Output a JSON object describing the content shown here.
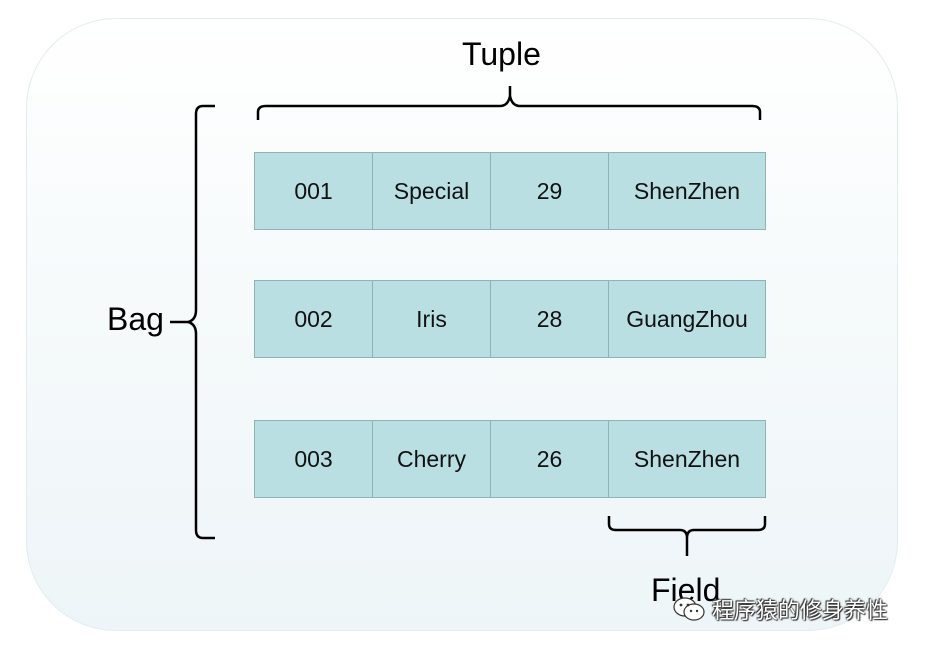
{
  "labels": {
    "tuple": "Tuple",
    "bag": "Bag",
    "field": "Field"
  },
  "rows": [
    {
      "id": "001",
      "name": "Special",
      "age": "29",
      "city": "ShenZhen"
    },
    {
      "id": "002",
      "name": "Iris",
      "age": "28",
      "city": "GuangZhou"
    },
    {
      "id": "003",
      "name": "Cherry",
      "age": "26",
      "city": "ShenZhen"
    }
  ],
  "watermark": {
    "text": "程序猿的修身养性",
    "icon": "wechat-logo-icon"
  },
  "colors": {
    "cell_fill": "#b9dfe2",
    "cell_border": "#8fb2b5",
    "panel_background": "#f2f8fa"
  }
}
